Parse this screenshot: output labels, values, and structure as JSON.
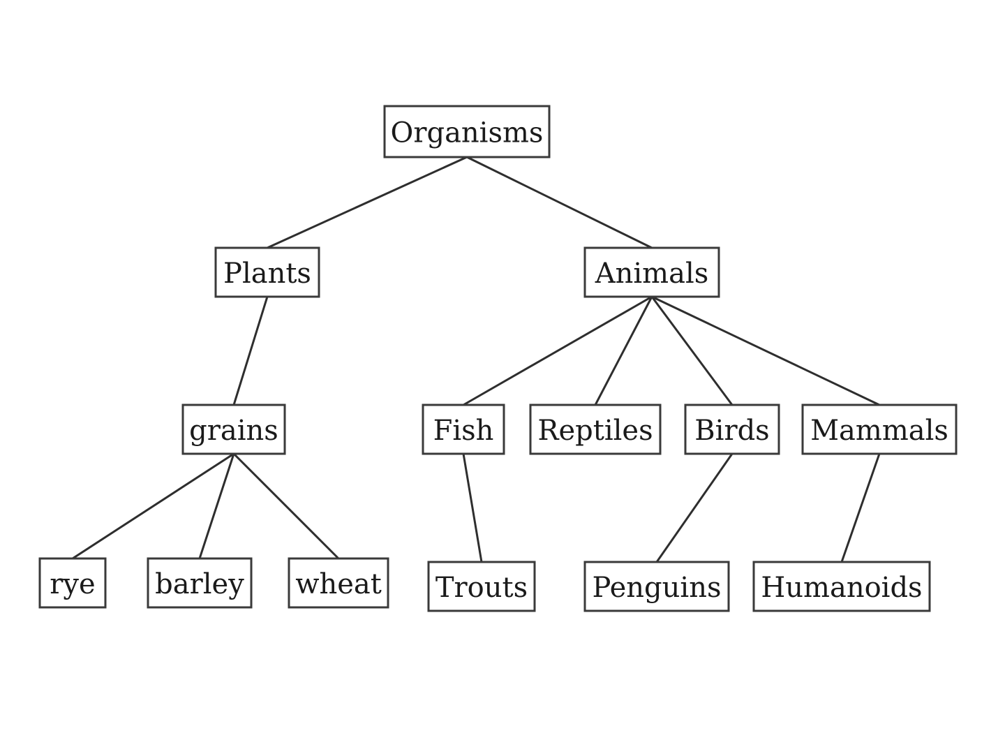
{
  "tree": {
    "nodes": [
      {
        "id": "organisms",
        "label": "Organisms"
      },
      {
        "id": "plants",
        "label": "Plants"
      },
      {
        "id": "animals",
        "label": "Animals"
      },
      {
        "id": "grains",
        "label": "grains"
      },
      {
        "id": "fish",
        "label": "Fish"
      },
      {
        "id": "reptiles",
        "label": "Reptiles"
      },
      {
        "id": "birds",
        "label": "Birds"
      },
      {
        "id": "mammals",
        "label": "Mammals"
      },
      {
        "id": "rye",
        "label": "rye"
      },
      {
        "id": "barley",
        "label": "barley"
      },
      {
        "id": "wheat",
        "label": "wheat"
      },
      {
        "id": "trouts",
        "label": "Trouts"
      },
      {
        "id": "penguins",
        "label": "Penguins"
      },
      {
        "id": "humanoids",
        "label": "Humanoids"
      }
    ],
    "edges": [
      {
        "from": "organisms",
        "to": "plants"
      },
      {
        "from": "organisms",
        "to": "animals"
      },
      {
        "from": "plants",
        "to": "grains"
      },
      {
        "from": "animals",
        "to": "fish"
      },
      {
        "from": "animals",
        "to": "reptiles"
      },
      {
        "from": "animals",
        "to": "birds"
      },
      {
        "from": "animals",
        "to": "mammals"
      },
      {
        "from": "grains",
        "to": "rye"
      },
      {
        "from": "grains",
        "to": "barley"
      },
      {
        "from": "grains",
        "to": "wheat"
      },
      {
        "from": "fish",
        "to": "trouts"
      },
      {
        "from": "birds",
        "to": "penguins"
      },
      {
        "from": "mammals",
        "to": "humanoids"
      }
    ]
  }
}
